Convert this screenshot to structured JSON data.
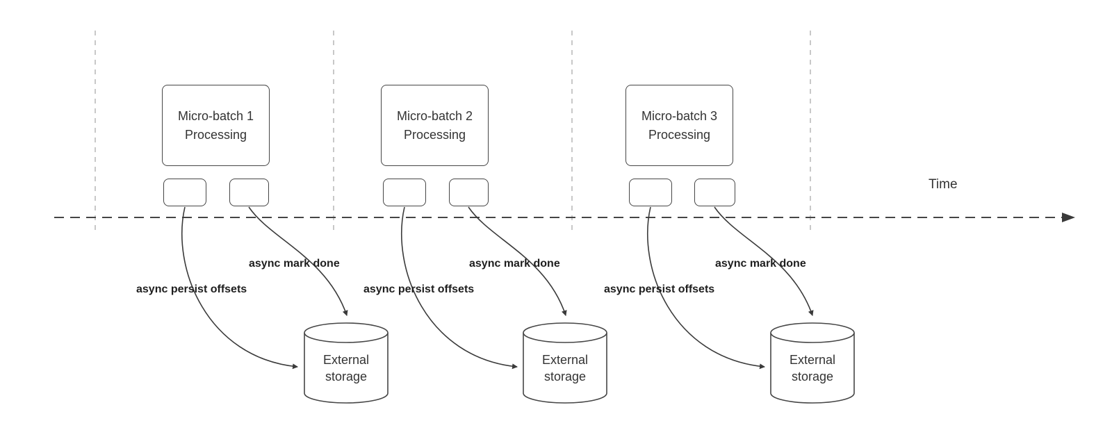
{
  "diagram": {
    "time_axis_label": "Time",
    "batches": [
      {
        "title": "Micro-batch 1\nProcessing",
        "persist_label": "async persist offsets",
        "mark_done_label": "async mark done",
        "storage_label": "External\nstorage"
      },
      {
        "title": "Micro-batch 2\nProcessing",
        "persist_label": "async persist offsets",
        "mark_done_label": "async mark done",
        "storage_label": "External\nstorage"
      },
      {
        "title": "Micro-batch 3\nProcessing",
        "persist_label": "async persist offsets",
        "mark_done_label": "async mark done",
        "storage_label": "External\nstorage"
      }
    ]
  }
}
